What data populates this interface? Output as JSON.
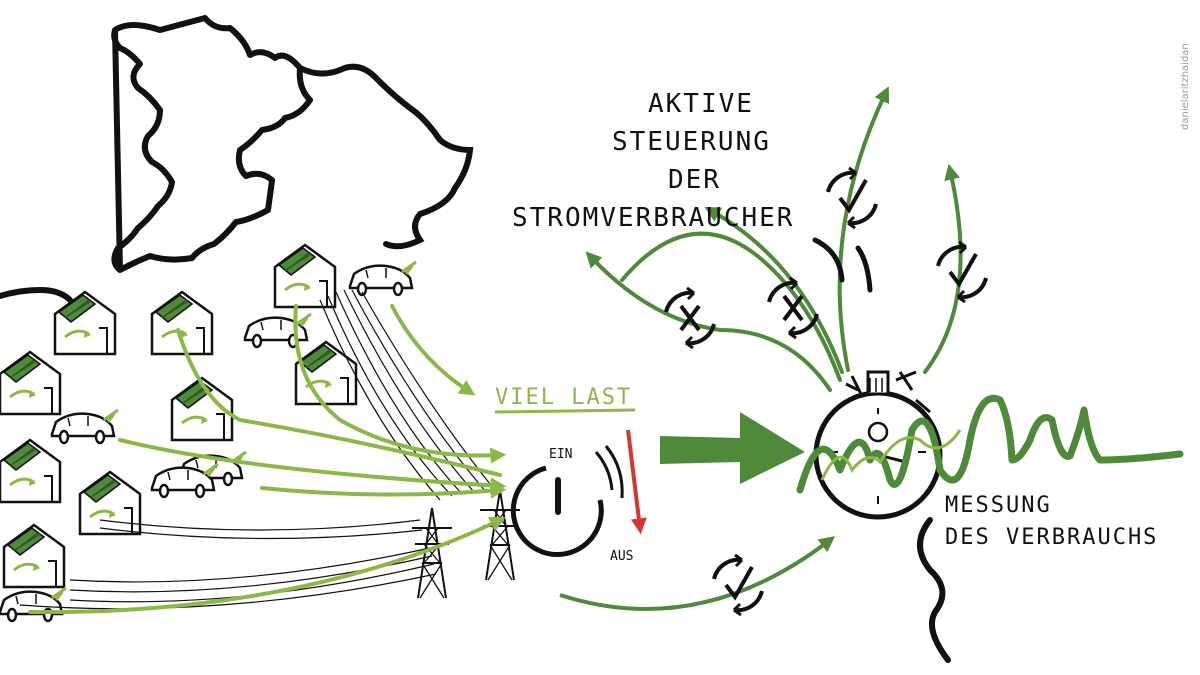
{
  "labels": {
    "active_control": [
      "AKTIVE",
      "STEUERUNG",
      "DER",
      "STROMVERBRAUCHER"
    ],
    "high_load": "VIEL LAST",
    "switch_on": "EIN",
    "switch_off": "AUS",
    "measurement": [
      "MESSUNG",
      "DES VERBRAUCHS"
    ],
    "signature": "danielaritzhaidan"
  },
  "colors": {
    "ink": "#111111",
    "dark_green": "#4f8a3a",
    "light_green": "#8cb847",
    "red": "#d23a2f",
    "gray": "#9a9a9a"
  },
  "icons": {
    "check_cycle": "check-cycle-icon",
    "cross_cycle": "cross-cycle-icon",
    "power_switch": "power-switch-icon",
    "stopwatch": "stopwatch-icon",
    "power_pylon": "power-pylon-icon",
    "house_solar": "house-solar-icon",
    "electric_car": "electric-car-icon"
  }
}
